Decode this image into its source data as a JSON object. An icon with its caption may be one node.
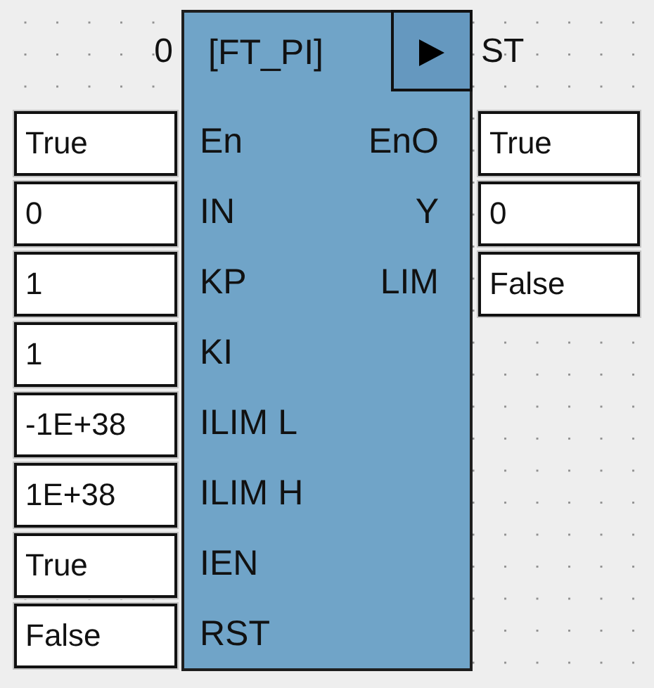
{
  "diagram": {
    "nodes": [
      {
        "text": [
          "[FT_PI]",
          "En",
          "EnO",
          "IN",
          "Y",
          "KP",
          "LIM",
          "KI",
          "ILIM L",
          "ILIM H",
          "IEN",
          "RST"
        ],
        "beside": [
          "0",
          "ST"
        ]
      },
      {
        "text": [
          "True"
        ]
      },
      {
        "text": [
          "0"
        ]
      },
      {
        "text": [
          "1"
        ]
      },
      {
        "text": [
          "1"
        ]
      },
      {
        "text": [
          "-1E+38"
        ]
      },
      {
        "text": [
          "1E+38"
        ]
      },
      {
        "text": [
          "True"
        ]
      },
      {
        "text": [
          "False"
        ]
      },
      {
        "text": [
          "True"
        ]
      },
      {
        "text": [
          "0"
        ]
      },
      {
        "text": [
          "False"
        ]
      }
    ]
  }
}
